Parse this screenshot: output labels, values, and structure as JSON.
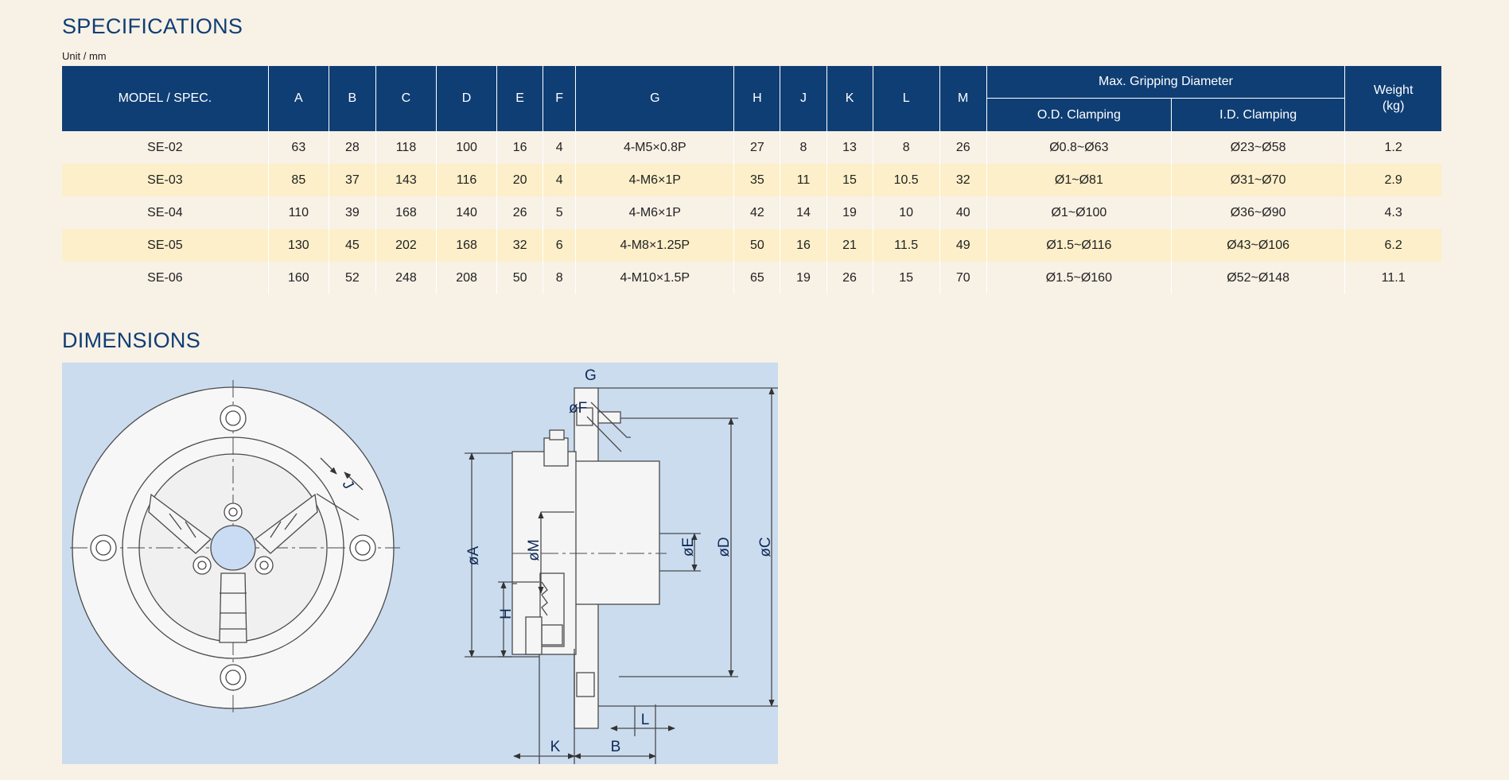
{
  "specifications": {
    "title": "SPECIFICATIONS",
    "unit": "Unit / mm",
    "headers": {
      "model": "MODEL / SPEC.",
      "cols": [
        "A",
        "B",
        "C",
        "D",
        "E",
        "F",
        "G",
        "H",
        "J",
        "K",
        "L",
        "M"
      ],
      "gripping_group": "Max. Gripping Diameter",
      "od": "O.D. Clamping",
      "id": "I.D. Clamping",
      "weight": "Weight\n(kg)"
    },
    "rows": [
      [
        "SE-02",
        "63",
        "28",
        "118",
        "100",
        "16",
        "4",
        "4-M5×0.8P",
        "27",
        "8",
        "13",
        "8",
        "26",
        "Ø0.8~Ø63",
        "Ø23~Ø58",
        "1.2"
      ],
      [
        "SE-03",
        "85",
        "37",
        "143",
        "116",
        "20",
        "4",
        "4-M6×1P",
        "35",
        "11",
        "15",
        "10.5",
        "32",
        "Ø1~Ø81",
        "Ø31~Ø70",
        "2.9"
      ],
      [
        "SE-04",
        "110",
        "39",
        "168",
        "140",
        "26",
        "5",
        "4-M6×1P",
        "42",
        "14",
        "19",
        "10",
        "40",
        "Ø1~Ø100",
        "Ø36~Ø90",
        "4.3"
      ],
      [
        "SE-05",
        "130",
        "45",
        "202",
        "168",
        "32",
        "6",
        "4-M8×1.25P",
        "50",
        "16",
        "21",
        "11.5",
        "49",
        "Ø1.5~Ø116",
        "Ø43~Ø106",
        "6.2"
      ],
      [
        "SE-06",
        "160",
        "52",
        "248",
        "208",
        "50",
        "8",
        "4-M10×1.5P",
        "65",
        "19",
        "26",
        "15",
        "70",
        "Ø1.5~Ø160",
        "Ø52~Ø148",
        "11.1"
      ]
    ]
  },
  "dimensions": {
    "title": "DIMENSIONS",
    "labels": {
      "G": "G",
      "F": "øF",
      "A": "øA",
      "M": "øM",
      "E": "øE",
      "D": "øD",
      "C": "øC",
      "H": "H",
      "J": "J",
      "K": "K",
      "B": "B",
      "L": "L"
    }
  },
  "colors": {
    "header_bg": "#0f3e74",
    "row_alt": "#fcefc9",
    "page_bg": "#f8f1e6",
    "drawing_bg": "#cbdcef"
  }
}
